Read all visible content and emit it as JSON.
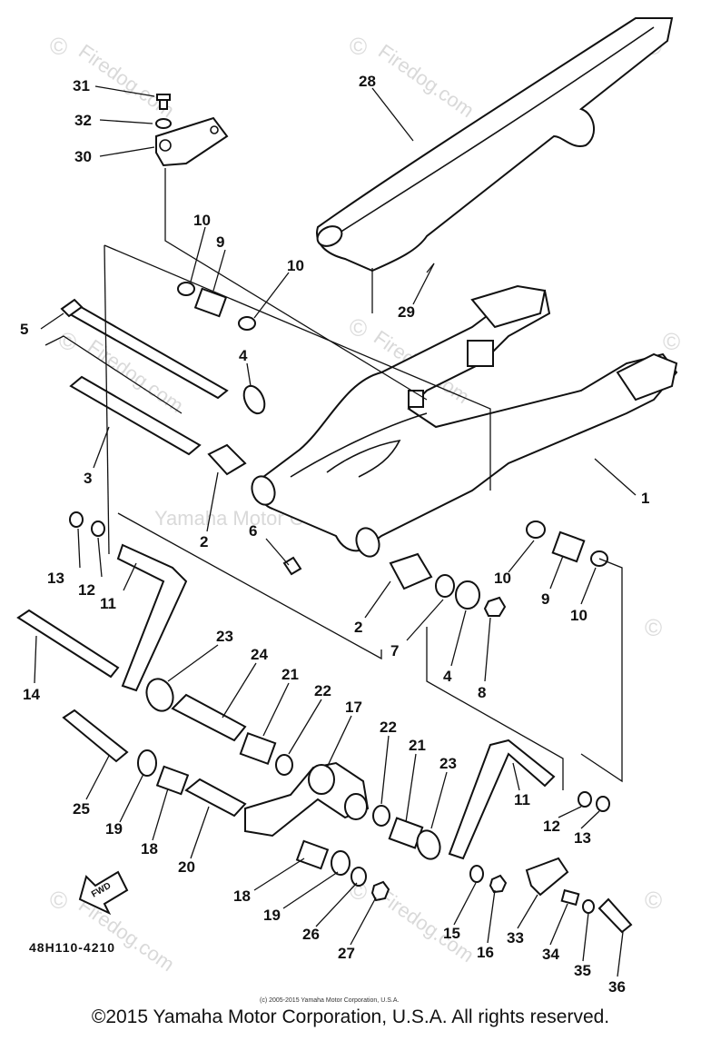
{
  "watermarks": {
    "site": "Firedog.com",
    "copyright_symbol": "©",
    "center": "Yamaha Motor Corp. U.S.A."
  },
  "diagram": {
    "part_labels": {
      "p1": "1",
      "p2a": "2",
      "p2b": "2",
      "p3": "3",
      "p4a": "4",
      "p4b": "4",
      "p5": "5",
      "p6": "6",
      "p7": "7",
      "p8": "8",
      "p9a": "9",
      "p9b": "9",
      "p10a": "10",
      "p10b": "10",
      "p10c": "10",
      "p10d": "10",
      "p11a": "11",
      "p11b": "11",
      "p12a": "12",
      "p12b": "12",
      "p13a": "13",
      "p13b": "13",
      "p14": "14",
      "p15": "15",
      "p16": "16",
      "p17": "17",
      "p18a": "18",
      "p18b": "18",
      "p19a": "19",
      "p19b": "19",
      "p20": "20",
      "p21a": "21",
      "p21b": "21",
      "p22a": "22",
      "p22b": "22",
      "p23a": "23",
      "p23b": "23",
      "p24": "24",
      "p25": "25",
      "p26": "26",
      "p27": "27",
      "p28": "28",
      "p29": "29",
      "p30": "30",
      "p31": "31",
      "p32": "32",
      "p33": "33",
      "p34": "34",
      "p35": "35",
      "p36": "36"
    },
    "fwd_label": "FWD",
    "drawing_number": "48H110-4210",
    "small_copyright": "(c) 2005-2015 Yamaha Motor Corporation, U.S.A."
  },
  "footer": {
    "copyright": "©2015 Yamaha Motor Corporation, U.S.A. All rights reserved."
  }
}
